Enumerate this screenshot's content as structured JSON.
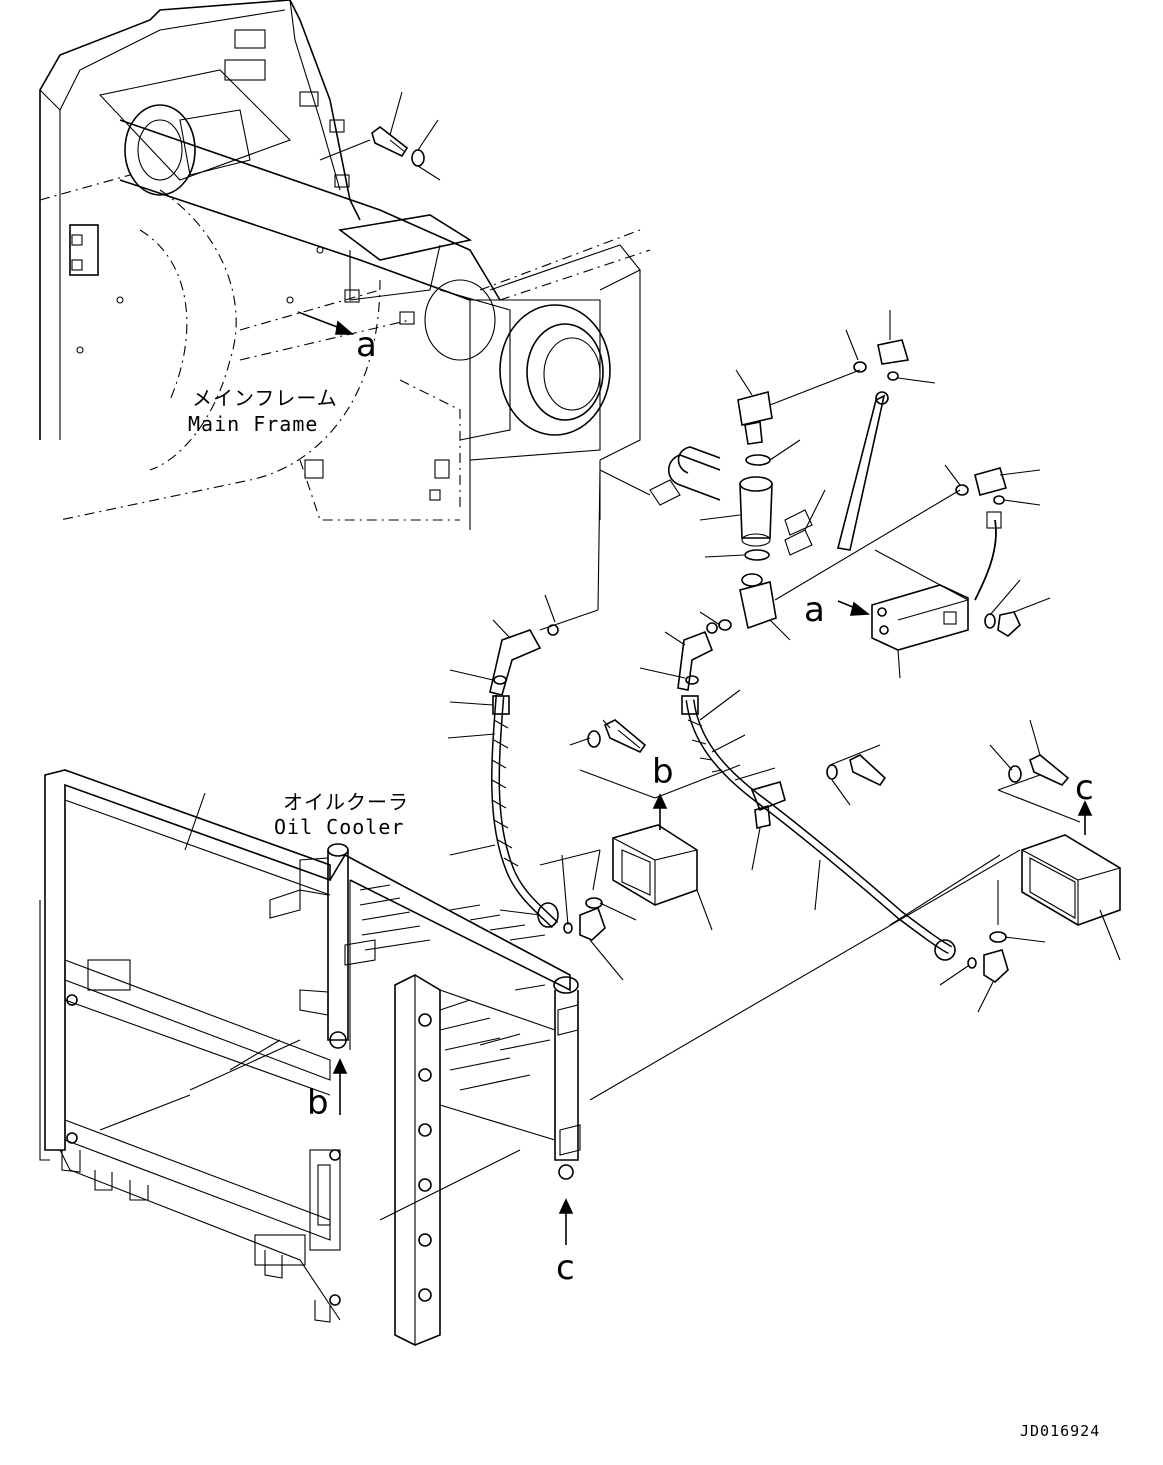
{
  "labels": {
    "main_frame_jp": "メインフレーム",
    "main_frame_en": "Main Frame",
    "oil_cooler_jp": "オイルクーラ",
    "oil_cooler_en": "Oil Cooler"
  },
  "callouts": {
    "a_left": "a",
    "a_right": "a",
    "b_top": "b",
    "b_bottom": "b",
    "c_top": "c",
    "c_bottom": "c"
  },
  "document_id": "JD016924"
}
